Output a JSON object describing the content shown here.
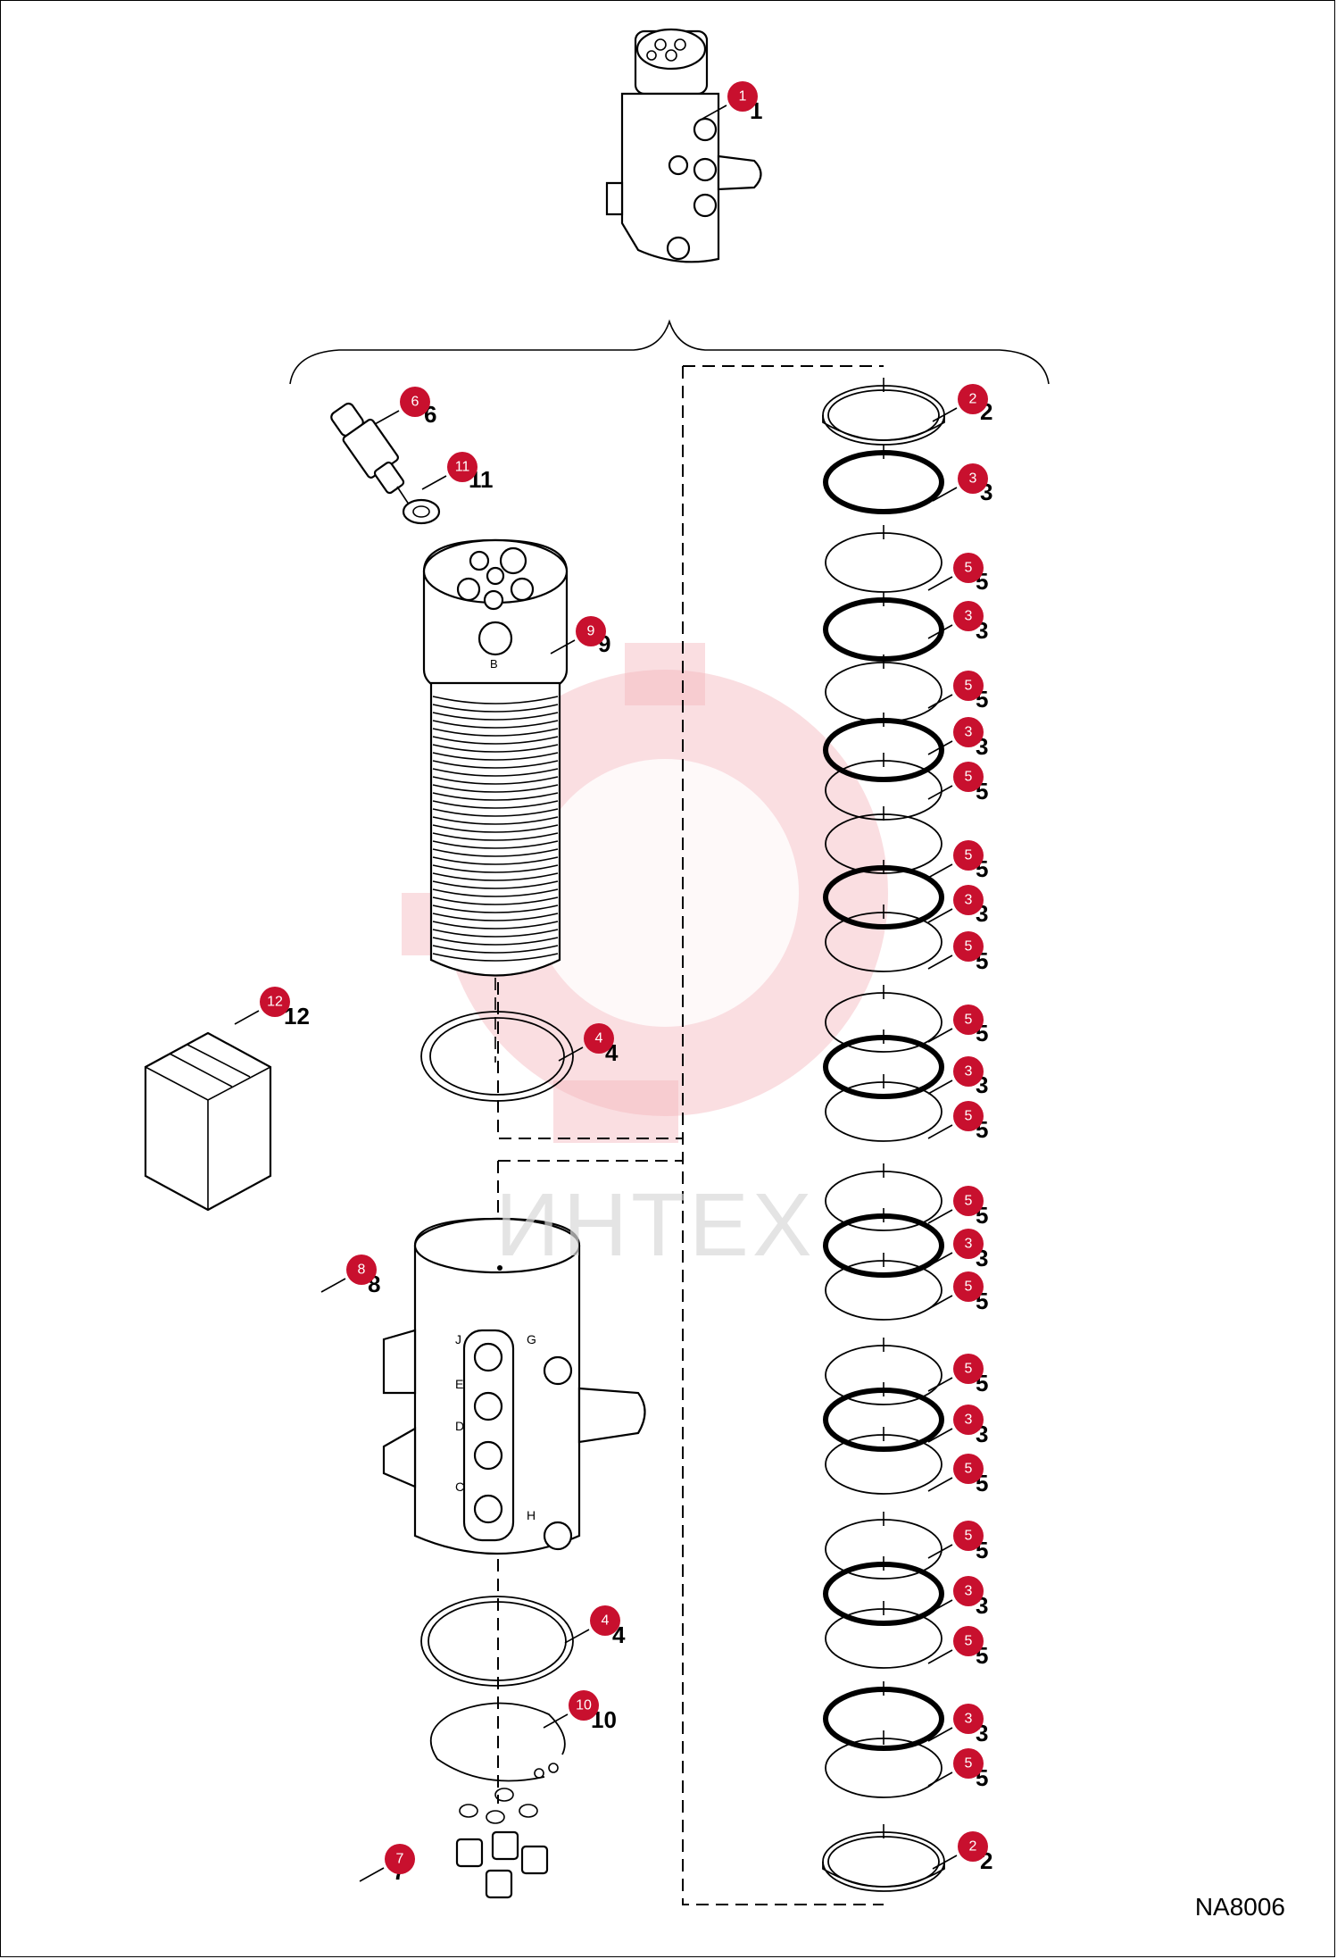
{
  "figure_code": "NA8006",
  "watermark": "ИНТЕХ",
  "callouts": [
    {
      "label": "1",
      "tail": "1"
    },
    {
      "label": "6",
      "tail": "6"
    },
    {
      "label": "11",
      "tail": "11"
    },
    {
      "label": "9",
      "tail": "9"
    },
    {
      "label": "12",
      "tail": "12"
    },
    {
      "label": "4",
      "tail": "4"
    },
    {
      "label": "8",
      "tail": "8"
    },
    {
      "label": "4",
      "tail": "4"
    },
    {
      "label": "10",
      "tail": "10"
    },
    {
      "label": "7",
      "tail": "7"
    },
    {
      "label": "2",
      "tail": "2"
    },
    {
      "label": "3",
      "tail": "3"
    },
    {
      "label": "5",
      "tail": "5"
    },
    {
      "label": "3",
      "tail": "3"
    },
    {
      "label": "5",
      "tail": "5"
    },
    {
      "label": "3",
      "tail": "3"
    },
    {
      "label": "5",
      "tail": "5"
    },
    {
      "label": "5",
      "tail": "5"
    },
    {
      "label": "3",
      "tail": "3"
    },
    {
      "label": "5",
      "tail": "5"
    },
    {
      "label": "5",
      "tail": "5"
    },
    {
      "label": "3",
      "tail": "3"
    },
    {
      "label": "5",
      "tail": "5"
    },
    {
      "label": "5",
      "tail": "5"
    },
    {
      "label": "3",
      "tail": "3"
    },
    {
      "label": "5",
      "tail": "5"
    },
    {
      "label": "5",
      "tail": "5"
    },
    {
      "label": "3",
      "tail": "3"
    },
    {
      "label": "5",
      "tail": "5"
    },
    {
      "label": "5",
      "tail": "5"
    },
    {
      "label": "3",
      "tail": "3"
    },
    {
      "label": "5",
      "tail": "5"
    },
    {
      "label": "3",
      "tail": "3"
    },
    {
      "label": "5",
      "tail": "5"
    },
    {
      "label": "2",
      "tail": "2"
    }
  ],
  "port_letters": [
    "J",
    "G",
    "E",
    "D",
    "C",
    "H",
    "B"
  ],
  "colors": {
    "callout": "#c8102e",
    "watermark": "#f4b5bd",
    "line": "#000000"
  }
}
